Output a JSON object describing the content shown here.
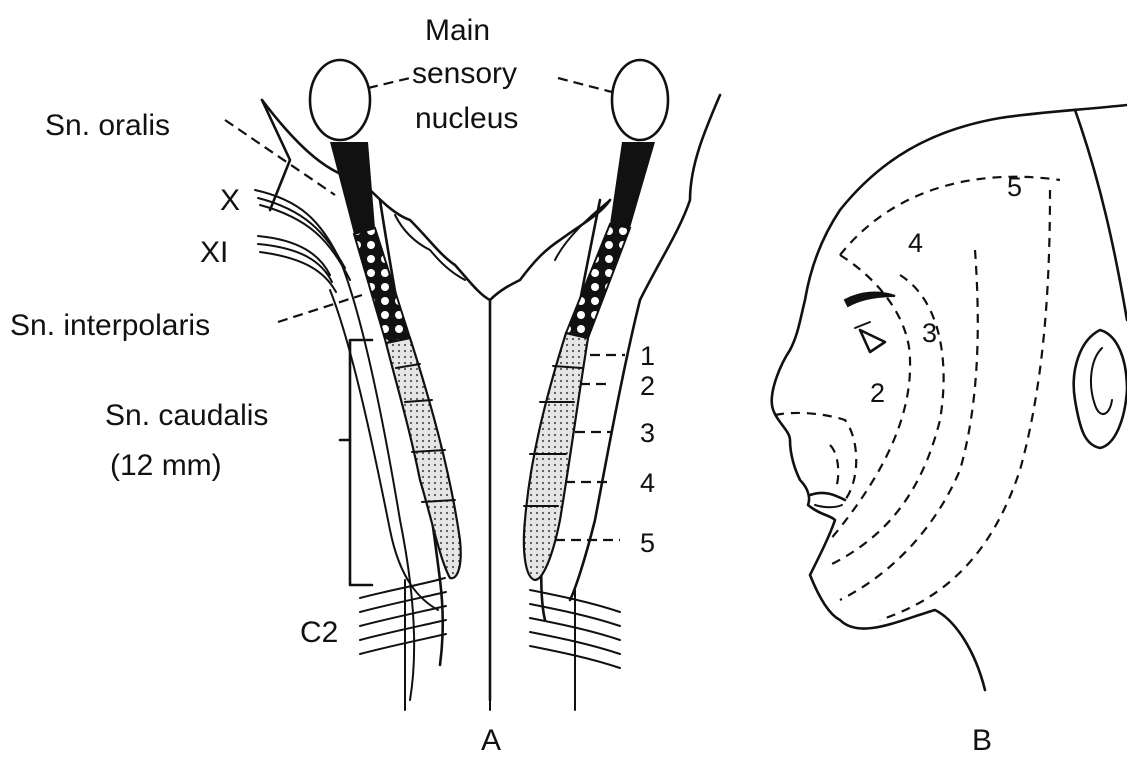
{
  "labels": {
    "main_sensory_1": "Main",
    "main_sensory_2": "sensory",
    "main_sensory_3": "nucleus",
    "sn_oralis": "Sn. oralis",
    "x": "X",
    "xi": "XI",
    "sn_interpolaris": "Sn. interpolaris",
    "sn_caudalis": "Sn. caudalis",
    "sn_caudalis_size": "(12 mm)",
    "c2": "C2",
    "panel_a": "A",
    "panel_b": "B"
  },
  "segments": [
    "1",
    "2",
    "3",
    "4",
    "5"
  ],
  "face_zones": [
    "5",
    "4",
    "3",
    "2"
  ],
  "colors": {
    "ink": "#111111",
    "stipple": "#d9d9d9",
    "background": "#ffffff"
  }
}
